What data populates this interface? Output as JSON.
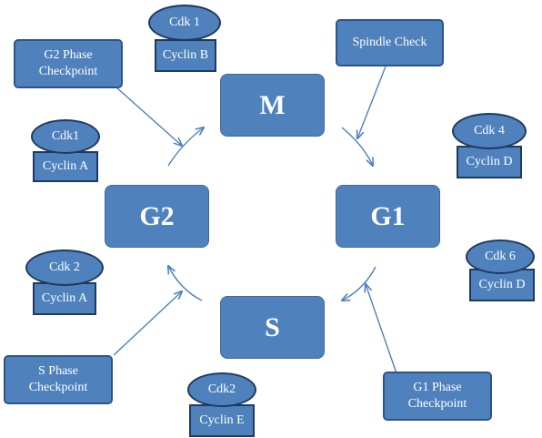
{
  "colors": {
    "box_fill": "#4f81bd",
    "box_border": "#2c5587",
    "arrow": "#4f81bd",
    "text": "#ffffff"
  },
  "phases": {
    "m": "M",
    "g1": "G1",
    "s": "S",
    "g2": "G2"
  },
  "checkpoints": {
    "g2": [
      "G2 Phase",
      "Checkpoint"
    ],
    "spindle": [
      "Spindle Check"
    ],
    "g1": [
      "G1 Phase",
      "Checkpoint"
    ],
    "s": [
      "S Phase",
      "Checkpoint"
    ]
  },
  "complexes": {
    "top": {
      "cdk": "Cdk 1",
      "cyclin": "Cyclin B"
    },
    "upper_left": {
      "cdk": "Cdk1",
      "cyclin": "Cyclin A"
    },
    "lower_left": {
      "cdk": "Cdk 2",
      "cyclin": "Cyclin A"
    },
    "bottom": {
      "cdk": "Cdk2",
      "cyclin": "Cyclin E"
    },
    "upper_right": {
      "cdk": "Cdk 4",
      "cyclin": "Cyclin D"
    },
    "lower_right": {
      "cdk": "Cdk 6",
      "cyclin": "Cyclin D"
    }
  }
}
